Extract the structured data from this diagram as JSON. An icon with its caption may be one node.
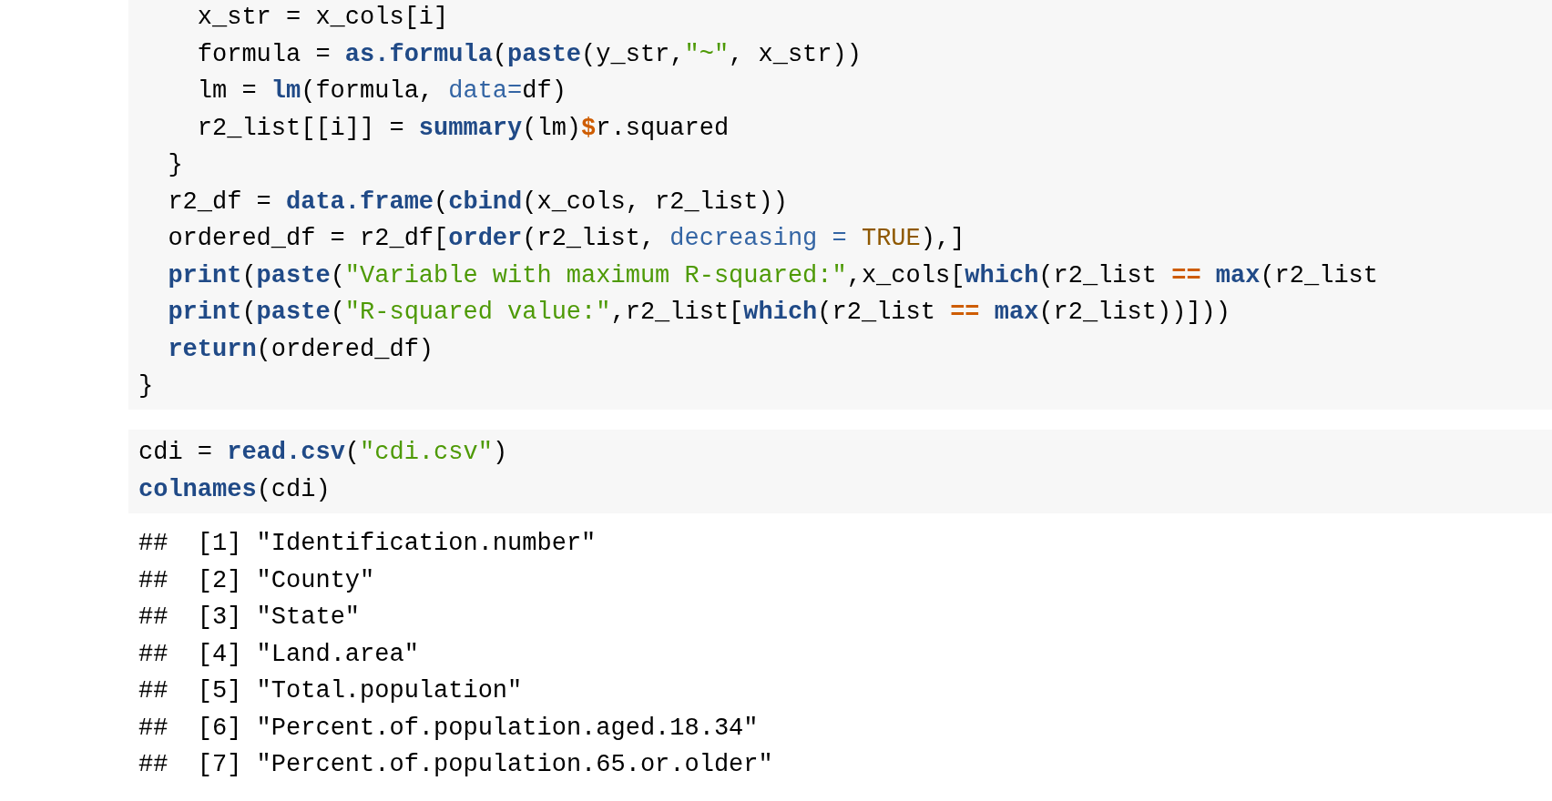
{
  "diagram": {
    "nodes": [
      {
        "text": [
          "x_str = x_cols[i]",
          "formula = as.formula(paste(y_str,\"~\", x_str))",
          "lm = lm(formula, data=df)",
          "r2_list[[i]] = summary(lm)$r.squared",
          "}",
          "r2_df = data.frame(cbind(x_cols, r2_list))",
          "ordered_df = r2_df[order(r2_list, decreasing = TRUE),]",
          "print(paste(\"Variable with maximum R-squared:\",x_cols[which(r2_list == max(r2_list",
          "print(paste(\"R-squared value:\",r2_list[which(r2_list == max(r2_list))]))",
          "return(ordered_df)",
          "}"
        ]
      },
      {
        "text": [
          "cdi = read.csv(\"cdi.csv\")",
          "colnames(cdi)"
        ]
      }
    ],
    "labels": [
      "##  [1] \"Identification.number\"",
      "##  [2] \"County\"",
      "##  [3] \"State\"",
      "##  [4] \"Land.area\"",
      "##  [5] \"Total.population\"",
      "##  [6] \"Percent.of.population.aged.18.34\"",
      "##  [7] \"Percent.of.population.65.or.older\""
    ]
  }
}
